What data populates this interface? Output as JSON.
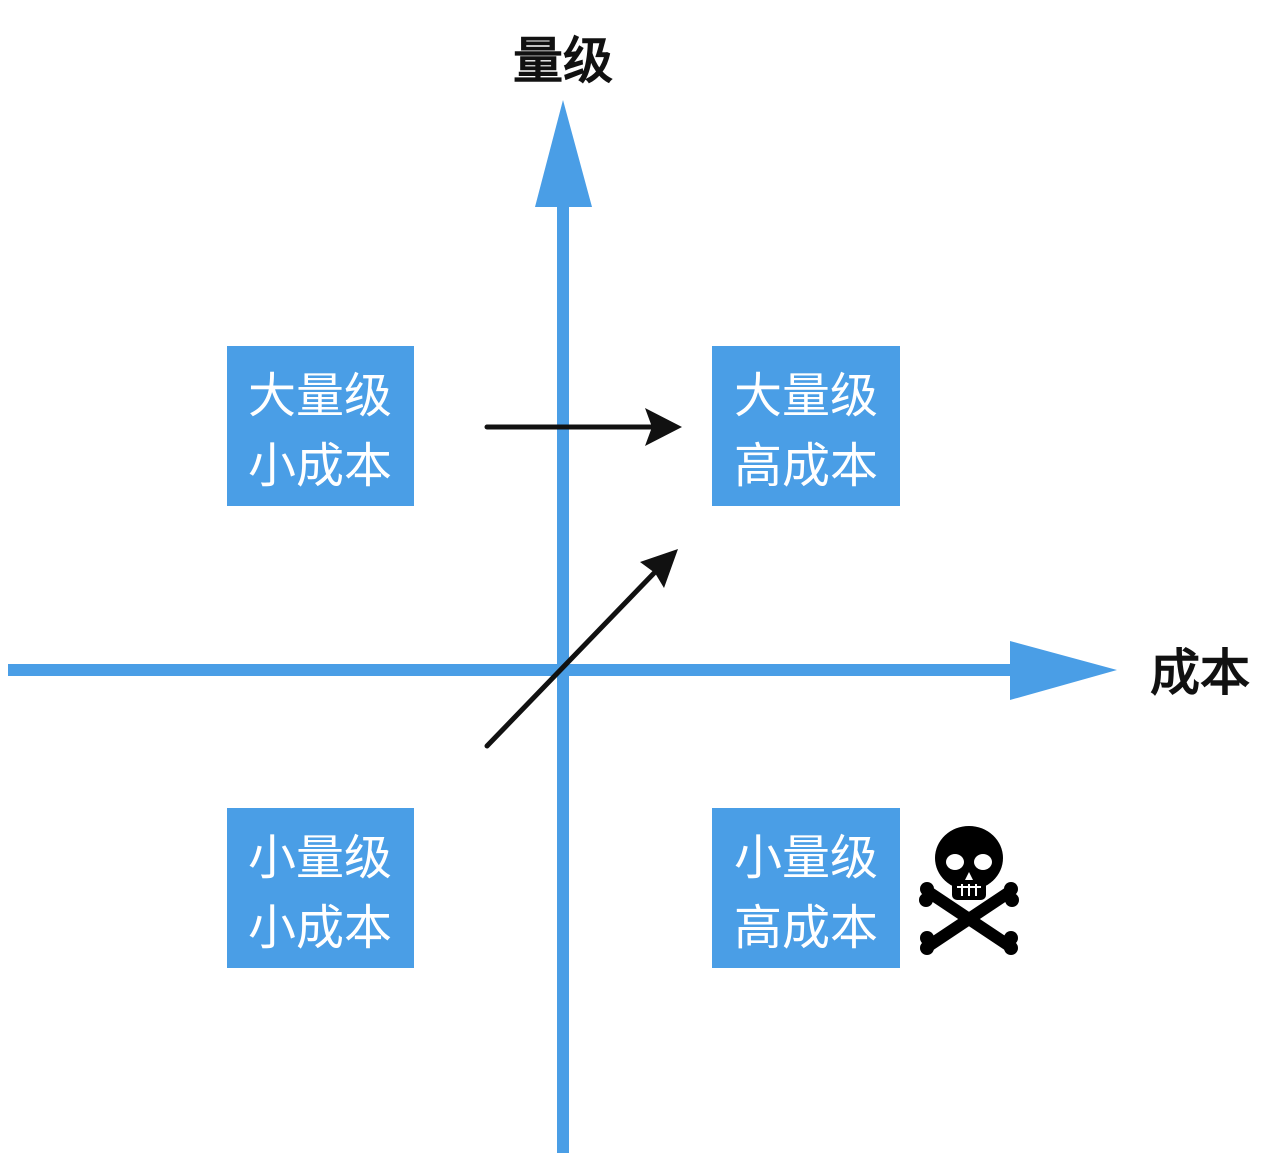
{
  "colors": {
    "accent": "#4a9ee6",
    "arrow": "#111111"
  },
  "axes": {
    "y_label": "量级",
    "x_label": "成本"
  },
  "quadrants": [
    {
      "line1": "大量级",
      "line2": "小成本"
    },
    {
      "line1": "大量级",
      "line2": "高成本"
    },
    {
      "line1": "小量级",
      "line2": "小成本"
    },
    {
      "line1": "小量级",
      "line2": "高成本"
    }
  ],
  "icons": {
    "danger": "skull-crossbones-icon"
  }
}
